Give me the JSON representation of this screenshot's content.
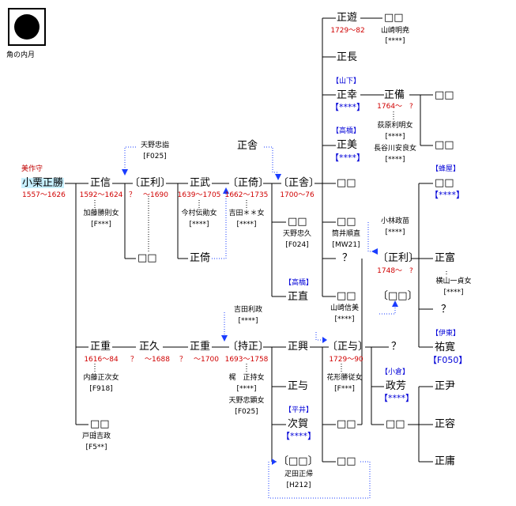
{
  "crest": {
    "icon": "kakunouchi-tsuki-crest-icon",
    "label": "角の内月"
  },
  "nodes": {
    "tadakatsu": {
      "pre": "美作守",
      "name": "小栗正勝",
      "dates": "1557〜1626"
    },
    "masanobu": {
      "name": "正信",
      "dates": "1592〜1624",
      "wife": "加藤勝則女",
      "ref": "[F***]"
    },
    "masatoshi1": {
      "name": "〔正利〕",
      "dates": "？　〜1690",
      "adopt": "天野忠詣",
      "adopt_ref": "[F025]"
    },
    "box1": {
      "name": "□□"
    },
    "masatake": {
      "name": "正武",
      "dates": "1639〜1705",
      "wife": "今村伝勛女",
      "ref": "[****]"
    },
    "masayori1": {
      "name": "正倚"
    },
    "masayori2": {
      "name": "〔正倚〕",
      "dates": "1662〜1735",
      "wife": "吉田＊＊女",
      "ref": "[****]"
    },
    "masaie_top": {
      "name": "正舎"
    },
    "masaie": {
      "name": "〔正舎〕",
      "dates": "1700〜76"
    },
    "box_amano": {
      "name": "□□",
      "wife": "天野忠久",
      "ref": "[F024]"
    },
    "masanao": {
      "pre": "【高橋】",
      "name": "正直"
    },
    "masayu": {
      "name": "正遊",
      "dates": "1729〜82"
    },
    "box_yamazaki1": {
      "name": "□□",
      "wife": "山崎明尭",
      "ref": "[****]"
    },
    "masanaga": {
      "name": "正長"
    },
    "masayuki": {
      "pre": "【山下】",
      "name": "正幸",
      "ref": "【****】"
    },
    "masayoshi": {
      "pre": "【高橋】",
      "name": "正美",
      "ref": "【****】"
    },
    "masatomo_b": {
      "name": "正備",
      "dates": "1764〜　?",
      "wife": "荻原利明女",
      "ref": "[****]",
      "wife2": "長谷川安良女",
      "ref2": "[****]"
    },
    "box_r1": {
      "name": "□□"
    },
    "box_r2": {
      "name": "□□"
    },
    "box_right1": {
      "name": "□□"
    },
    "box_tsutsui": {
      "name": "□□",
      "wife": "筒井順直",
      "ref": "[MW21]"
    },
    "q1": {
      "name": "？"
    },
    "box_yamazaki2": {
      "name": "□□",
      "wife": "山崎信美",
      "ref": "[****]"
    },
    "kobayashi": {
      "name": "小林政苗",
      "ref": "[****]"
    },
    "masatoshi2": {
      "name": "〔正利〕",
      "dates": "1748〜　?"
    },
    "box_kakko": {
      "name": "〔□□〕"
    },
    "box_hachiya": {
      "pre": "【蜂屋】",
      "name": "□□",
      "ref": "【****】"
    },
    "masatomi": {
      "name": "正富",
      "wife": "横山一貞女",
      "ref": "[****]"
    },
    "q2": {
      "name": "？"
    },
    "norihiro": {
      "pre": "【伊東】",
      "name": "祐寛",
      "ref": "【F050】"
    },
    "masashige1": {
      "name": "正重",
      "dates": "1616〜84",
      "wife": "内藤正次女",
      "ref": "[F918]"
    },
    "box_toda": {
      "name": "□□",
      "wife": "戸田吉政",
      "ref": "[F5**]"
    },
    "masahisa": {
      "name": "正久",
      "dates": "？　〜1688"
    },
    "masashige2": {
      "name": "正重",
      "dates": "？　〜1700"
    },
    "yoshida": {
      "name": "吉田利政",
      "ref": "[****]"
    },
    "jimasa": {
      "name": "〔持正〕",
      "dates": "1693〜1758",
      "wife": "梶　正持女",
      "ref": "[****]",
      "wife2": "天野忠顕女",
      "ref2": "[F025]"
    },
    "masaoki": {
      "name": "正興"
    },
    "masayo1": {
      "name": "正与"
    },
    "jiga": {
      "pre": "【平井】",
      "name": "次賀",
      "ref": "【****】"
    },
    "box_kakko2": {
      "name": "〔□□〕",
      "wife": "疋田正帰",
      "ref": "[H212]"
    },
    "masayo2": {
      "name": "〔正与〕",
      "dates": "1729〜90",
      "wife": "花形勝従女",
      "ref": "[F***]"
    },
    "box_m1": {
      "name": "□□"
    },
    "box_m2": {
      "name": "□□"
    },
    "q3": {
      "name": "？"
    },
    "masayoshi2": {
      "pre": "【小倉】",
      "name": "政芳",
      "ref": "【****】"
    },
    "box_m3": {
      "name": "□□"
    },
    "masatada": {
      "name": "正尹"
    },
    "masakata": {
      "name": "正容"
    },
    "masayasu": {
      "name": "正庸"
    }
  }
}
